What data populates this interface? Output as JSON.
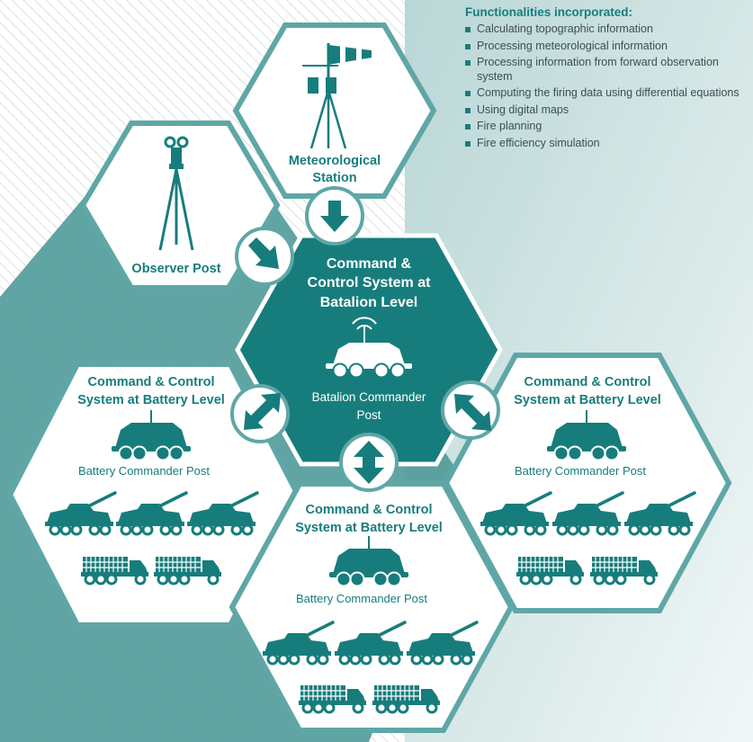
{
  "functionalities": {
    "title": "Functionalities incorporated:",
    "items": [
      "Calculating topographic information",
      "Processing meteorological information",
      "Processing information from forward observation system",
      "Computing the firing data using differential equations",
      "Using digital maps",
      "Fire planning",
      "Fire efficiency simulation"
    ]
  },
  "meteo": {
    "title_line1": "Meteorological",
    "title_line2": "Station"
  },
  "observer": {
    "title": "Observer Post"
  },
  "center": {
    "title_line1": "Command &",
    "title_line2": "Control System at",
    "title_line3": "Batalion Level",
    "post_line1": "Batalion Commander",
    "post_line2": "Post"
  },
  "left_battery": {
    "title_line1": "Command & Control",
    "title_line2": "System at Battery Level",
    "post": "Battery Commander Post"
  },
  "right_battery": {
    "title_line1": "Command & Control",
    "title_line2": "System at Battery Level",
    "post": "Battery Commander Post"
  },
  "bottom_battery": {
    "title_line1": "Command & Control",
    "title_line2": "System at Battery Level",
    "post": "Battery Commander Post"
  },
  "colors": {
    "teal": "#177d7c",
    "teal_dark": "#136d6b",
    "light_teal": "#cfe3e2",
    "stripe": "#c4cdcd"
  },
  "icons": [
    "wind-sock-icon",
    "tripod-binoculars-icon",
    "armored-vehicle-icon",
    "self-propelled-howitzer-icon",
    "rocket-launcher-truck-icon",
    "arrow-icon"
  ]
}
